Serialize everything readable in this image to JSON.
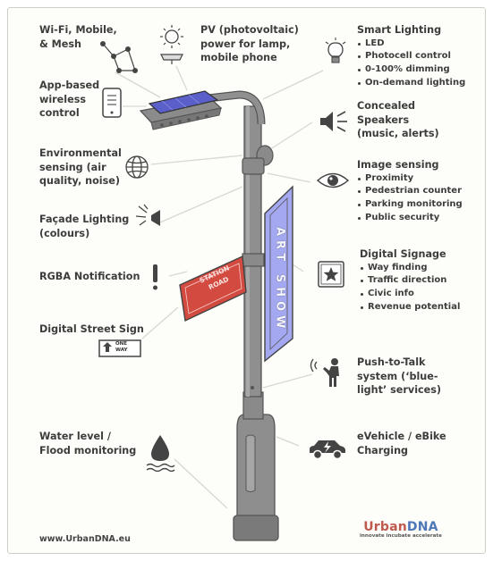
{
  "features": {
    "wifi": {
      "title": "Wi-Fi, Mobile, & Mesh",
      "lines": [
        "Wi-Fi, Mobile,",
        "& Mesh"
      ]
    },
    "pv": {
      "lines": [
        "PV (photovoltaic)",
        "power for lamp,",
        "mobile phone"
      ]
    },
    "smart_lighting": {
      "title": "Smart Lighting",
      "bullets": [
        "LED",
        "Photocell control",
        "0-100% dimming",
        "On-demand lighting"
      ]
    },
    "app": {
      "lines": [
        "App-based",
        "wireless",
        "control"
      ]
    },
    "speakers": {
      "lines": [
        "Concealed",
        "Speakers",
        "(music, alerts)"
      ]
    },
    "environment": {
      "lines": [
        "Environmental",
        "sensing (air",
        "quality, noise)"
      ]
    },
    "image_sensing": {
      "title": "Image sensing",
      "bullets": [
        "Proximity",
        "Pedestrian counter",
        "Parking monitoring",
        "Public security"
      ]
    },
    "facade": {
      "lines": [
        "Façade Lighting",
        "(colours)"
      ]
    },
    "signage": {
      "title": "Digital Signage",
      "bullets": [
        "Way finding",
        "Traffic direction",
        "Civic info",
        "Revenue potential"
      ]
    },
    "rgba": {
      "title": "RGBA Notification"
    },
    "street_sign": {
      "title": "Digital Street Sign"
    },
    "ptt": {
      "lines": [
        "Push-to-Talk",
        "system (‘blue-",
        "light’ services)"
      ]
    },
    "water": {
      "lines": [
        "Water level /",
        "Flood monitoring"
      ]
    },
    "ev": {
      "lines": [
        "eVehicle / eBike",
        "Charging"
      ]
    }
  },
  "signs": {
    "art_show": "ART SHOW",
    "station_road_1": "STATION",
    "station_road_2": "ROAD",
    "one_way_1": "ONE",
    "one_way_2": "WAY"
  },
  "footer": {
    "url": "www.UrbanDNA.eu"
  },
  "logo": {
    "part1": "Urban",
    "part2": "DNA",
    "tagline": "innovate incubate accelerate"
  },
  "colors": {
    "pole": "#8c8c8c",
    "pole_dark": "#6f6f6f",
    "panel": "#5a5fc9",
    "sign_purple": "#a3a8f0",
    "sign_red": "#d24a40",
    "logo_red": "#c05a4e",
    "logo_blue": "#4e78b8"
  }
}
